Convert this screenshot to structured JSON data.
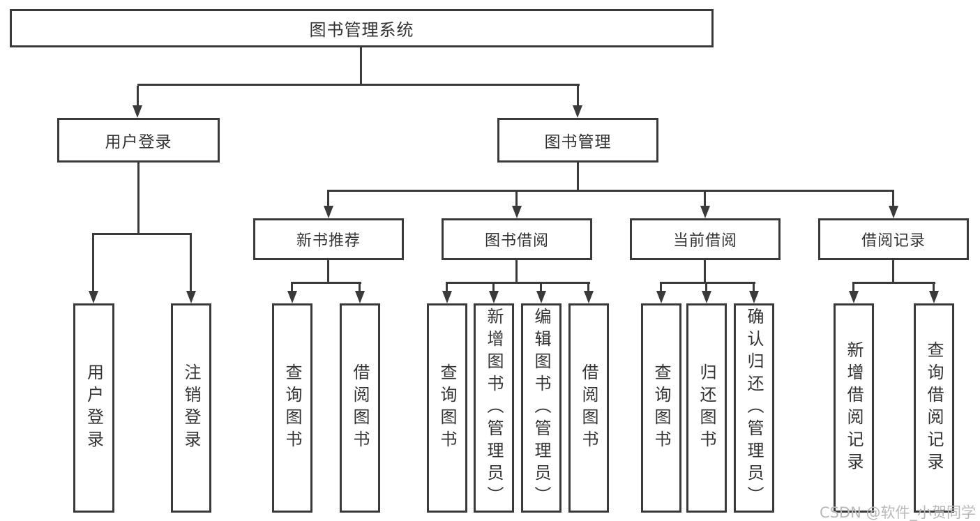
{
  "diagram": {
    "root": "图书管理系统",
    "level2": [
      "用户登录",
      "图书管理"
    ],
    "level3": [
      "新书推荐",
      "图书借阅",
      "当前借阅",
      "借阅记录"
    ],
    "leaves_user_login": [
      "用户登录",
      "注销登录"
    ],
    "leaves_new_book": [
      "查询图书",
      "借阅图书"
    ],
    "leaves_book_borrow": [
      "查询图书",
      "新增图书（管理员）",
      "编辑图书（管理员）",
      "借阅图书"
    ],
    "leaves_current_borrow": [
      "查询图书",
      "归还图书",
      "确认归还（管理员）"
    ],
    "leaves_borrow_records": [
      "新增借阅记录",
      "查询借阅记录"
    ]
  },
  "watermark": "CSDN @软件_小贺同学",
  "colors": {
    "line": "#3a3a3a",
    "text": "#333333",
    "watermark": "#b9b9b9",
    "background": "#ffffff"
  }
}
